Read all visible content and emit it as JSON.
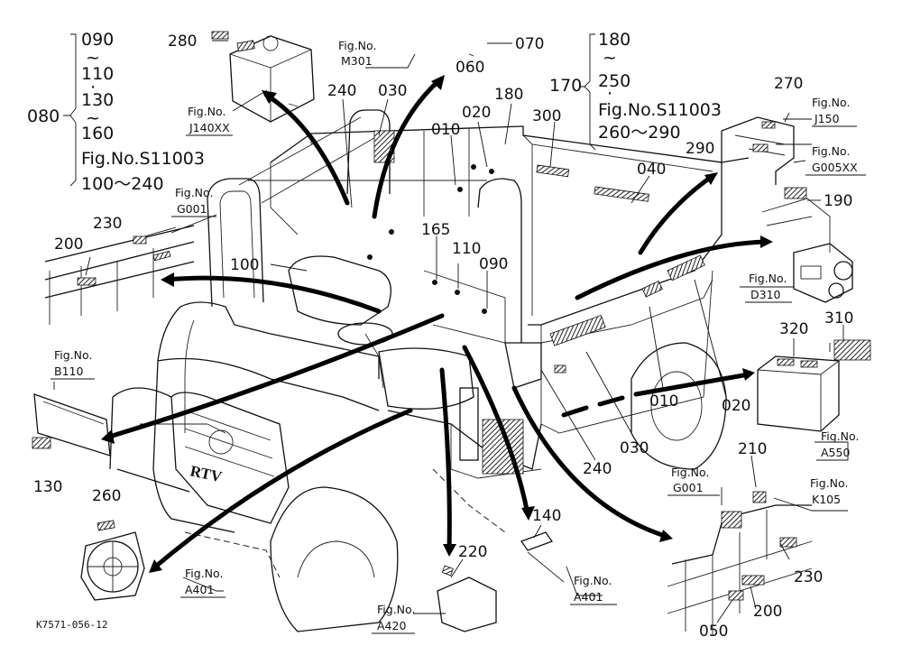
{
  "labels": {
    "l080": "080",
    "l090a": "090",
    "tilde1": "~",
    "l110a": "110",
    "dot1": "·",
    "l130a": "130",
    "tilde2": "~",
    "l160": "160",
    "figS11003a": "Fig.No.S11003",
    "r100_240": "100～240",
    "l280": "280",
    "l240a": "240",
    "l030a": "030",
    "l070": "070",
    "l060": "060",
    "l170": "170",
    "l180a": "180",
    "tilde3": "~",
    "l250": "250",
    "dot2": "·",
    "figS11003b": "Fig.No.S11003",
    "r260_290": "260～290",
    "l270": "270",
    "l290": "290",
    "l190": "190",
    "l180b": "180",
    "l010a": "010",
    "l020a": "020",
    "l300": "300",
    "l040": "040",
    "l230a": "230",
    "l200a": "200",
    "l100": "100",
    "l165": "165",
    "l110b": "110",
    "l090b": "090",
    "l310": "310",
    "l320": "320",
    "l130b": "130",
    "l260": "260",
    "l010b": "010",
    "l020b": "020",
    "l030b": "030",
    "l240b": "240",
    "l140": "140",
    "l220": "220",
    "l210": "210",
    "l230b": "230",
    "l200b": "200",
    "l050": "050"
  },
  "figs": {
    "j140xx": {
      "a": "Fig.No.",
      "b": "J140XX"
    },
    "m301": {
      "a": "Fig.No.",
      "b": "M301"
    },
    "j150": {
      "a": "Fig.No.",
      "b": "J150"
    },
    "g005xx": {
      "a": "Fig.No.",
      "b": "G005XX"
    },
    "g001a": {
      "a": "Fig.No.",
      "b": "G001"
    },
    "d310": {
      "a": "Fig.No.",
      "b": "D310"
    },
    "b110": {
      "a": "Fig.No.",
      "b": "B110"
    },
    "a550": {
      "a": "Fig.No.",
      "b": "A550"
    },
    "g001b": {
      "a": "Fig.No.",
      "b": "G001"
    },
    "k105": {
      "a": "Fig.No.",
      "b": "K105"
    },
    "a401a": {
      "a": "Fig.No.",
      "b": "A401"
    },
    "a401b": {
      "a": "Fig.No.",
      "b": "A401"
    },
    "a420": {
      "a": "Fig.No.",
      "b": "A420"
    }
  },
  "vehicle_badge": "RTV",
  "drawing_code": "K7571-056-12"
}
